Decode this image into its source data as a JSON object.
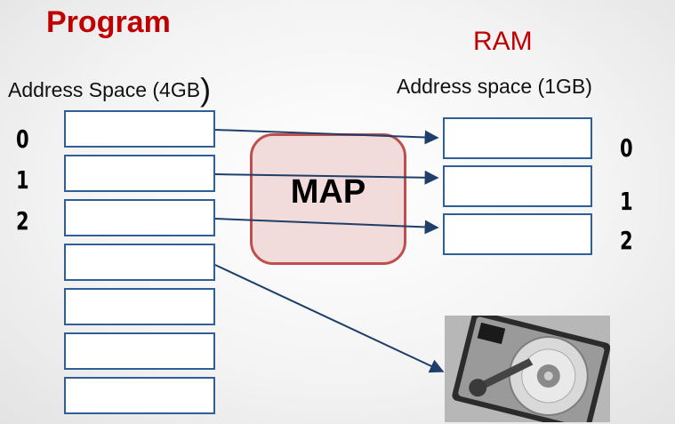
{
  "program": {
    "title": "Program",
    "address_space_label": "Address Space (4GB",
    "address_space_paren": ")",
    "row_numbers": [
      "0",
      "1",
      "2"
    ]
  },
  "ram": {
    "title": "RAM",
    "address_space_label": "Address space (1GB)",
    "row_numbers": [
      "0",
      "1",
      "2"
    ]
  },
  "map": {
    "label": "MAP"
  },
  "colors": {
    "title_red": "#c00000",
    "box_border": "#2f5f97",
    "map_fill": "#f2dcdb",
    "map_border": "#bf4f4f",
    "arrow": "#1f3f6b"
  },
  "icons": {
    "disk": "hard-drive-icon"
  }
}
